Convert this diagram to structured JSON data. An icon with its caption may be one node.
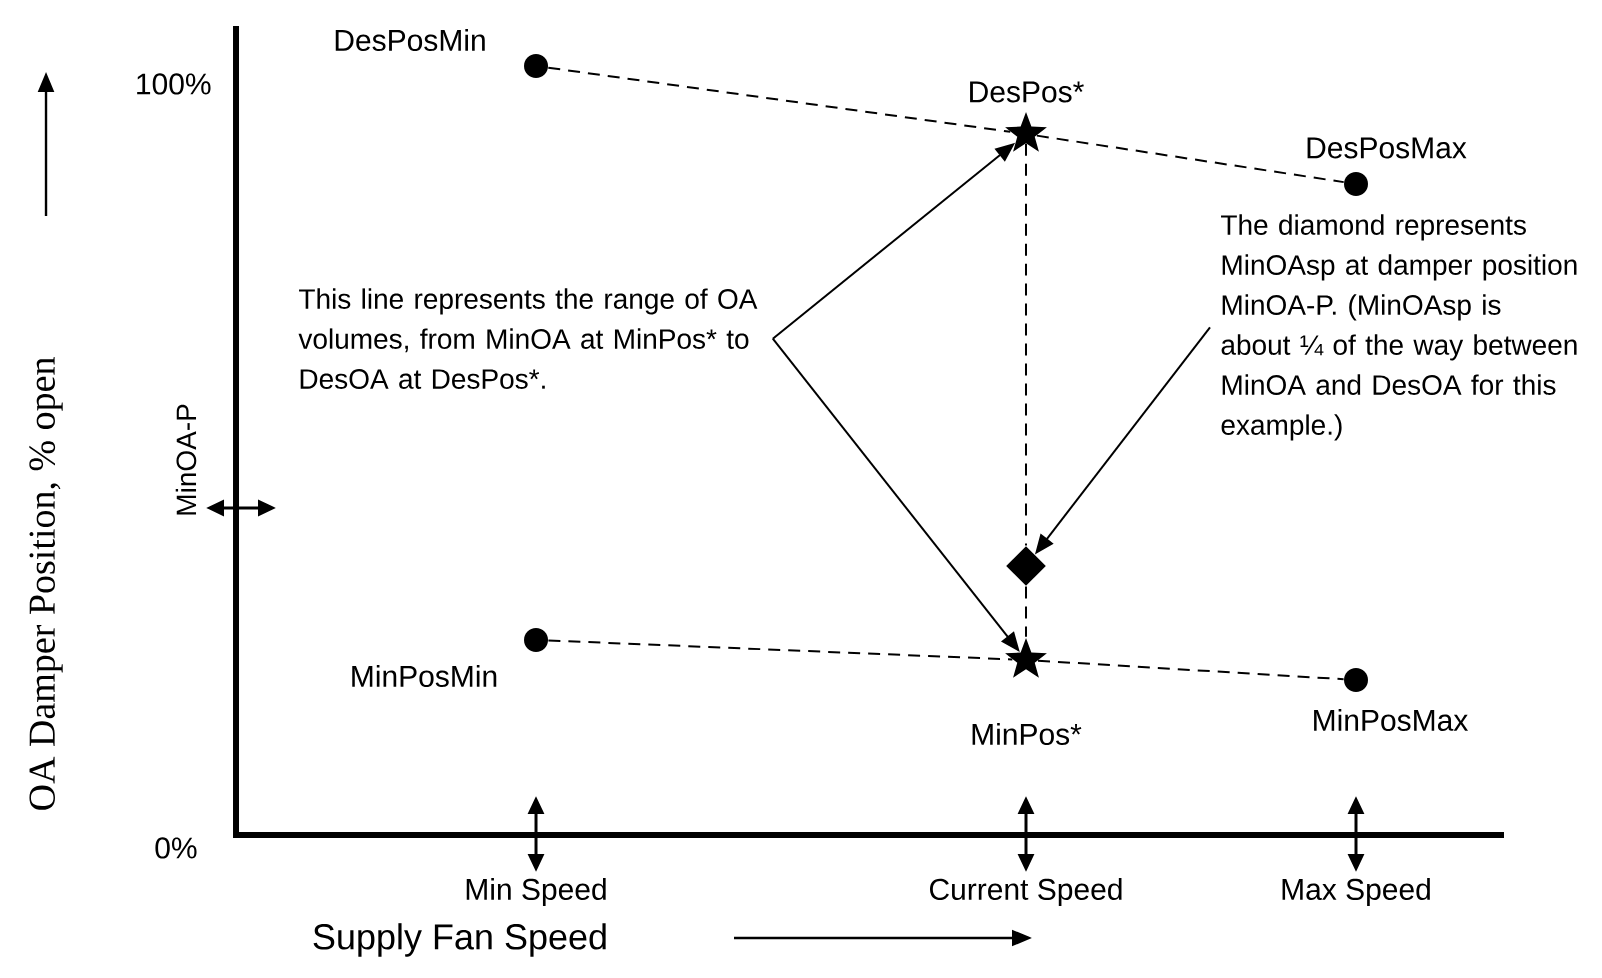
{
  "diagram": {
    "nodes": [
      {
        "text": [],
        "shape": "circle",
        "beside": [
          "DesPosMin"
        ]
      },
      {
        "text": [],
        "shape": "star",
        "beside": [
          "DesPos*"
        ]
      },
      {
        "text": [],
        "shape": "circle",
        "beside": [
          "DesPosMax"
        ]
      },
      {
        "text": [],
        "shape": "diamond"
      },
      {
        "text": [],
        "shape": "circle",
        "beside": [
          "MinPosMin"
        ]
      },
      {
        "text": [],
        "shape": "star",
        "beside": [
          "MinPos*"
        ]
      },
      {
        "text": [],
        "shape": "circle",
        "beside": [
          "MinPosMax"
        ]
      },
      {
        "text": [
          "This line represents the range of OA volumes, from MinOA at MinPos* to DesOA at DesPos*."
        ]
      },
      {
        "text": [
          "The diamond represents MinOAsp at damper position MinOA-P. (MinOAsp is about ¼ of the way between MinOA and DesOA for this example.)"
        ]
      }
    ],
    "edges": [
      {
        "from": 0,
        "to": 1,
        "arrow": "none",
        "style": "dashed"
      },
      {
        "from": 1,
        "to": 2,
        "arrow": "none",
        "style": "dashed"
      },
      {
        "from": 4,
        "to": 5,
        "arrow": "none",
        "style": "dashed"
      },
      {
        "from": 5,
        "to": 6,
        "arrow": "none",
        "style": "dashed"
      },
      {
        "from": 1,
        "to": 3,
        "arrow": "none",
        "style": "dashed"
      },
      {
        "from": 3,
        "to": 5,
        "arrow": "none",
        "style": "dashed"
      },
      {
        "from": 7,
        "to": 1,
        "arrow": "to"
      },
      {
        "from": 7,
        "to": 5,
        "arrow": "to"
      },
      {
        "from": 8,
        "to": 3,
        "arrow": "to"
      }
    ],
    "labels": [
      "OA Damper Position, % open",
      "100%",
      "MinOA-P",
      "0%",
      "Min Speed",
      "Current Speed",
      "Max Speed",
      "Supply Fan Speed"
    ]
  }
}
